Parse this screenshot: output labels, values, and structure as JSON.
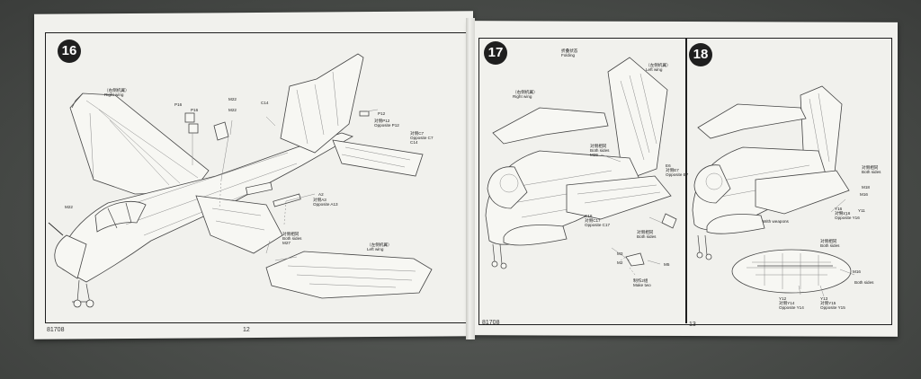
{
  "left_page": {
    "step": "16",
    "code": "81708",
    "page_number": "12",
    "labels": {
      "right_wing_cn": "（右侧机翼）",
      "right_wing_en": "Right wing",
      "p16": "P16",
      "p16b": "P16",
      "m22a": "M22",
      "m22b": "M22",
      "m22c": "M22",
      "c14a": "C14",
      "p12": "P12",
      "opp_p12_cn": "对侧P12",
      "opp_p12_en": "Opposite P12",
      "opp_c7_cn": "对侧C7",
      "opp_c7_en": "Opposite C7",
      "c14b": "C14",
      "a2": "A2",
      "opp_a3_cn": "对侧A3",
      "opp_a3_en": "Opposite A13",
      "both_cn": "对侧相同",
      "both_en": "Both sides",
      "m27": "M27",
      "left_wing_cn": "（左侧机翼）",
      "left_wing_en": "Left wing"
    }
  },
  "right_page": {
    "code": "81708",
    "page_number": "13",
    "step17": {
      "step": "17",
      "labels": {
        "folding_cn": "折叠状态",
        "folding_en": "Folding",
        "left_wing_cn": "（左侧机翼）",
        "left_wing_en": "Left wing",
        "right_wing_cn": "（右侧机翼）",
        "right_wing_en": "Right wing",
        "both_cn": "对侧相同",
        "both_en": "Both sides",
        "m26": "M26",
        "e6": "E6",
        "opp_e6_cn": "对侧E7",
        "opp_e6_en": "Opposite E7",
        "c18": "C18",
        "opp_c18_cn": "对侧C17",
        "opp_c18_en": "Opposite C17",
        "both2_cn": "对侧相同",
        "both2_en": "Both sides",
        "m3": "M3",
        "m2": "M2",
        "m5": "M5",
        "make_two_cn": "制作2组",
        "make_two_en": "Make two"
      }
    },
    "step18": {
      "step": "18",
      "labels": {
        "both_cn": "对侧相同",
        "both_en": "Both sides",
        "m18": "M18",
        "m16": "M16",
        "y16": "Y16",
        "opp_y16_cn": "对侧Y16",
        "opp_y16_en": "Opposite Y16",
        "y11": "Y11",
        "with_weapon_en": "With weapons",
        "both2_cn": "对侧相同",
        "both2_en": "Both sides",
        "m16b": "M16",
        "y12": "Y12",
        "opp_y14_cn": "对侧Y14",
        "opp_y14_en": "Opposite Y14",
        "y13": "Y13",
        "opp_y15_cn": "对侧Y15",
        "opp_y15_en": "Opposite Y15",
        "both3_en": "Both sides"
      }
    }
  }
}
